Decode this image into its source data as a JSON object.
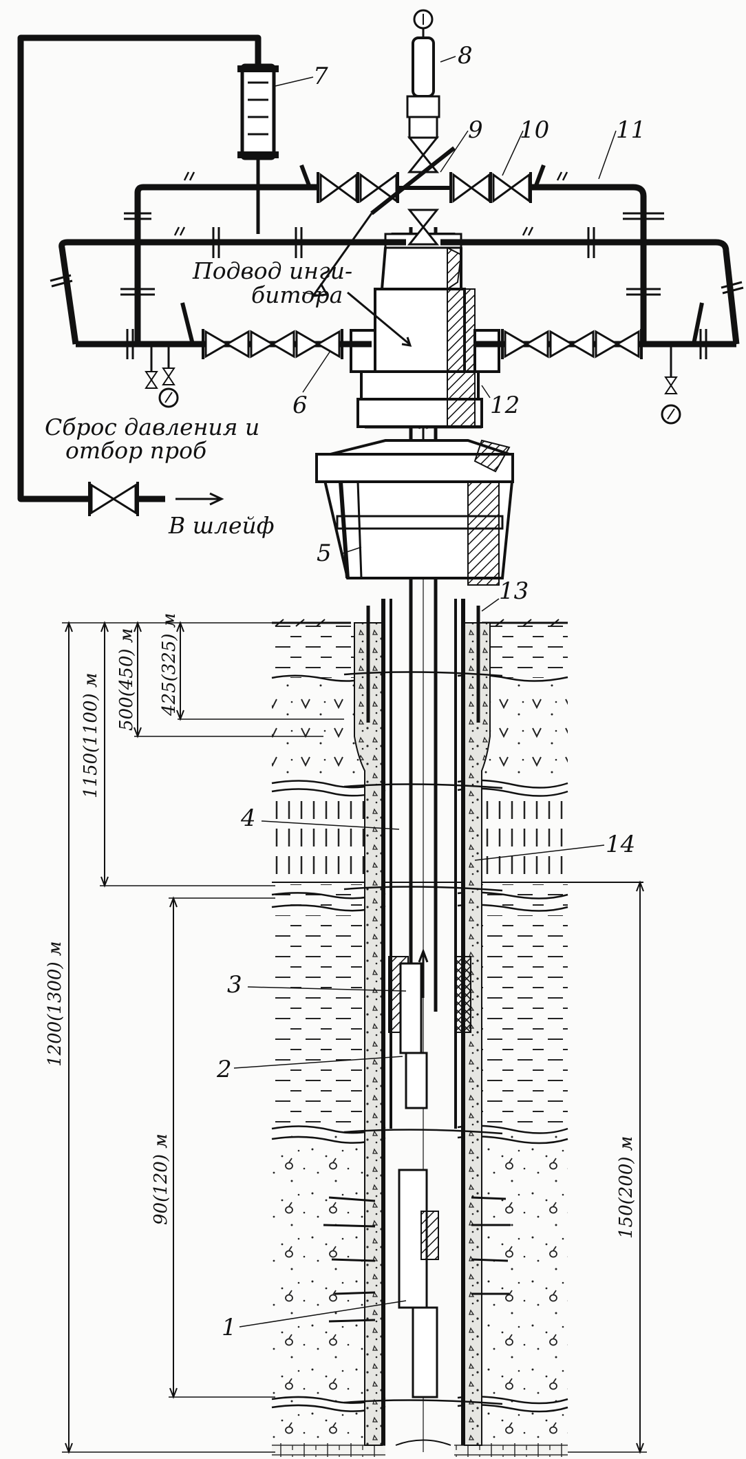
{
  "labels": {
    "n1": "1",
    "n2": "2",
    "n3": "3",
    "n4": "4",
    "n5": "5",
    "n6": "6",
    "n7": "7",
    "n8": "8",
    "n9": "9",
    "n10": "10",
    "n11": "11",
    "n12": "12",
    "n13": "13",
    "n14": "14"
  },
  "captions": {
    "inhibitor_1": "Подвод инги-",
    "inhibitor_2": "битора",
    "pressure_1": "Сброс давления и",
    "pressure_2": "отбор проб",
    "to_loop": "В шлейф"
  },
  "dimensions": {
    "d_1200": "1200(1300) м",
    "d_1150": "1150(1100) м",
    "d_500": "500(450) м",
    "d_425": "425(325) м",
    "d_90": "90(120) м",
    "d_150": "150(200) м"
  }
}
